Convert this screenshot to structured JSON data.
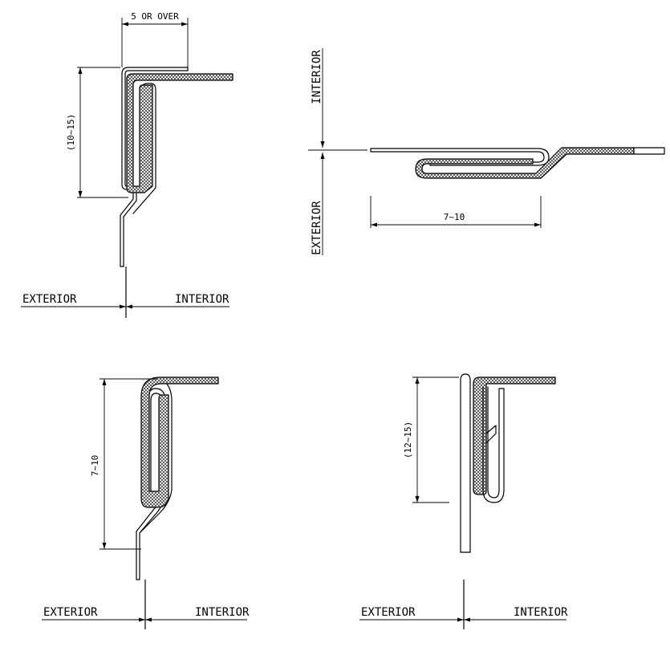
{
  "details": {
    "d1": {
      "width_dim": "5 OR OVER",
      "height_dim": "(10~15)",
      "exterior": "EXTERIOR",
      "interior": "INTERIOR"
    },
    "d2": {
      "interior": "INTERIOR",
      "exterior": "EXTERIOR",
      "length_dim": "7~10"
    },
    "d3": {
      "height_dim": "7~10",
      "exterior": "EXTERIOR",
      "interior": "INTERIOR"
    },
    "d4": {
      "height_dim": "(12~15)",
      "exterior": "EXTERIOR",
      "interior": "INTERIOR"
    }
  }
}
